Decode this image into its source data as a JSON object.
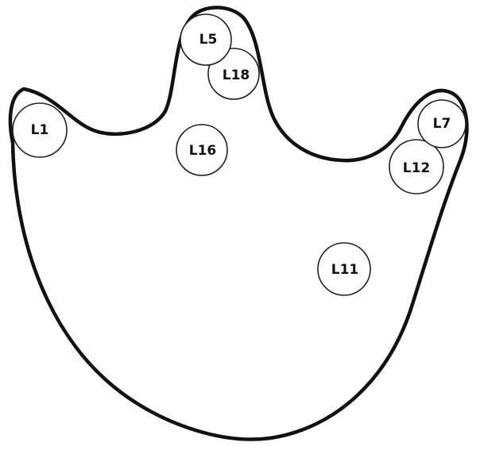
{
  "markers": [
    {
      "id": "L1",
      "label": "L1"
    },
    {
      "id": "L5",
      "label": "L5"
    },
    {
      "id": "L18",
      "label": "L18"
    },
    {
      "id": "L16",
      "label": "L16"
    },
    {
      "id": "L7",
      "label": "L7"
    },
    {
      "id": "L12",
      "label": "L12"
    },
    {
      "id": "L11",
      "label": "L11"
    }
  ]
}
